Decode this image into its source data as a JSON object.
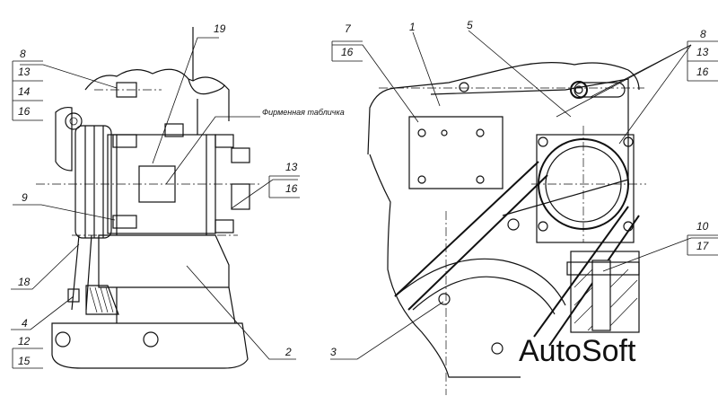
{
  "left_view": {
    "callouts": {
      "c8": "8",
      "c13a": "13",
      "c14": "14",
      "c16a": "16",
      "c19": "19",
      "plate": "Фирменная табличка",
      "c13b": "13",
      "c16b": "16",
      "c9": "9",
      "c18": "18",
      "c4": "4",
      "c12": "12",
      "c15": "15",
      "c2": "2"
    }
  },
  "right_view": {
    "callouts": {
      "c7": "7",
      "c16": "16",
      "c1": "1",
      "c5": "5",
      "c8": "8",
      "c13": "13",
      "c16b": "16",
      "c10": "10",
      "c17": "17",
      "c3": "3"
    }
  },
  "watermark": "AutoSoft"
}
